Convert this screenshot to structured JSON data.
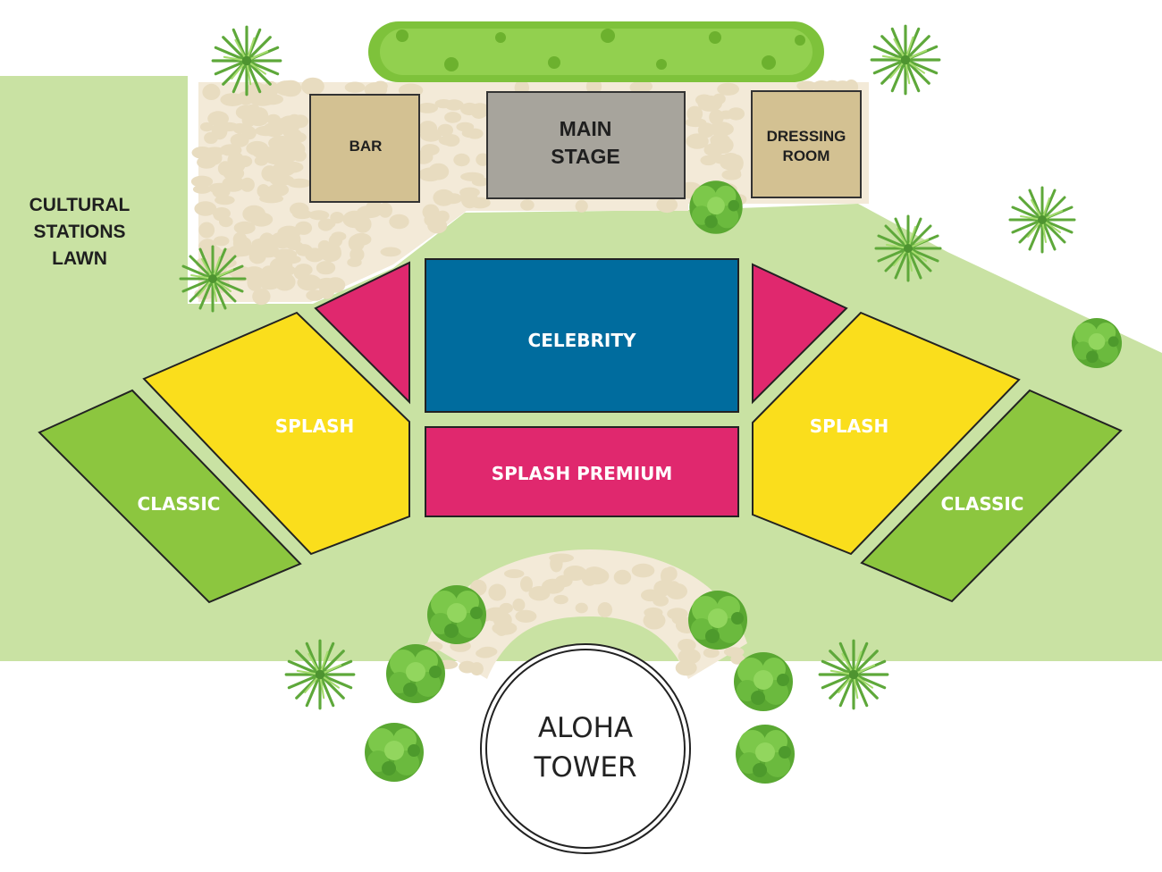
{
  "colors": {
    "lawn": "#c9e2a3",
    "path": "#f3ead8",
    "stone": "#e8dcc0",
    "building": "#d3c192",
    "stage": "#a7a49c",
    "celebrity": "#006c9e",
    "splash_premium": "#e0286e",
    "splash": "#fade1c",
    "classic": "#8cc63f",
    "hedge": "#7ec23b",
    "bush": "#6ab83a",
    "palm": "#8fce5b",
    "outline": "#333333"
  },
  "labels": {
    "bar": "BAR",
    "main_stage_line1": "MAIN",
    "main_stage_line2": "STAGE",
    "dressing_room_line1": "DRESSING",
    "dressing_room_line2": "ROOM",
    "cultural_line1": "CULTURAL",
    "cultural_line2": "STATIONS",
    "cultural_line3": "LAWN",
    "celebrity": "CELEBRITY",
    "splash_premium": "SPLASH PREMIUM",
    "splash_left": "SPLASH",
    "splash_right": "SPLASH",
    "classic_left": "CLASSIC",
    "classic_right": "CLASSIC",
    "aloha_line1": "ALOHA",
    "aloha_line2": "TOWER"
  },
  "icons": {
    "hedge": "hedge-icon",
    "bush": "bush-icon",
    "palm": "palm-icon"
  }
}
